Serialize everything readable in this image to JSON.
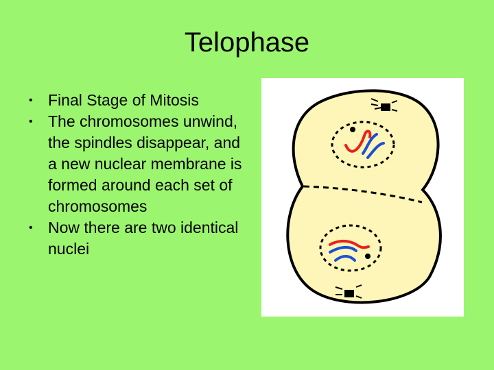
{
  "slide": {
    "title": "Telophase",
    "bullets": [
      "Final Stage of Mitosis",
      "The chromosomes unwind, the spindles disappear, and a new nuclear membrane is formed around each set of chromosomes",
      "Now there are two identical nuclei"
    ]
  },
  "colors": {
    "background": "#9cf56f",
    "cell_fill": "#fdf6b8",
    "chromosome_red": "#e8231c",
    "chromosome_blue": "#1a4fd6"
  }
}
